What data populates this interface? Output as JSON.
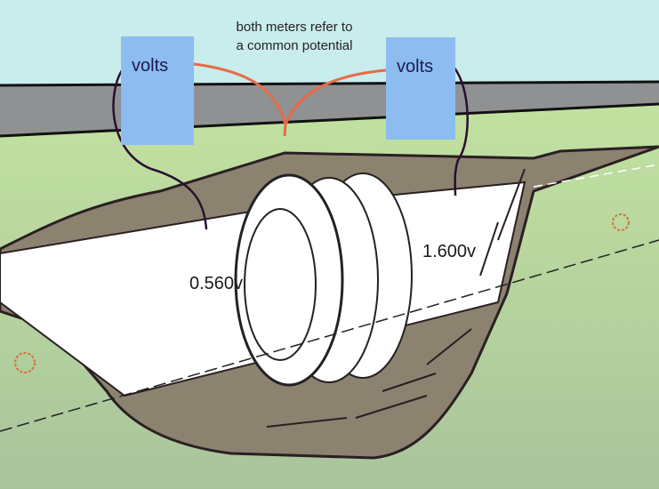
{
  "annotation": {
    "line1": "both meters refer to",
    "line2": "a common potential"
  },
  "meters": [
    {
      "label": "volts"
    },
    {
      "label": "volts"
    }
  ],
  "readings": {
    "left": "0.560v",
    "right": "1.600v"
  },
  "colors": {
    "sky": "#c9ecec",
    "road": "#8f9192",
    "grass": "#b9d99c",
    "pit": "#8c8270",
    "meter": "#8dbcf0",
    "reference_wire": "#e86a48"
  }
}
